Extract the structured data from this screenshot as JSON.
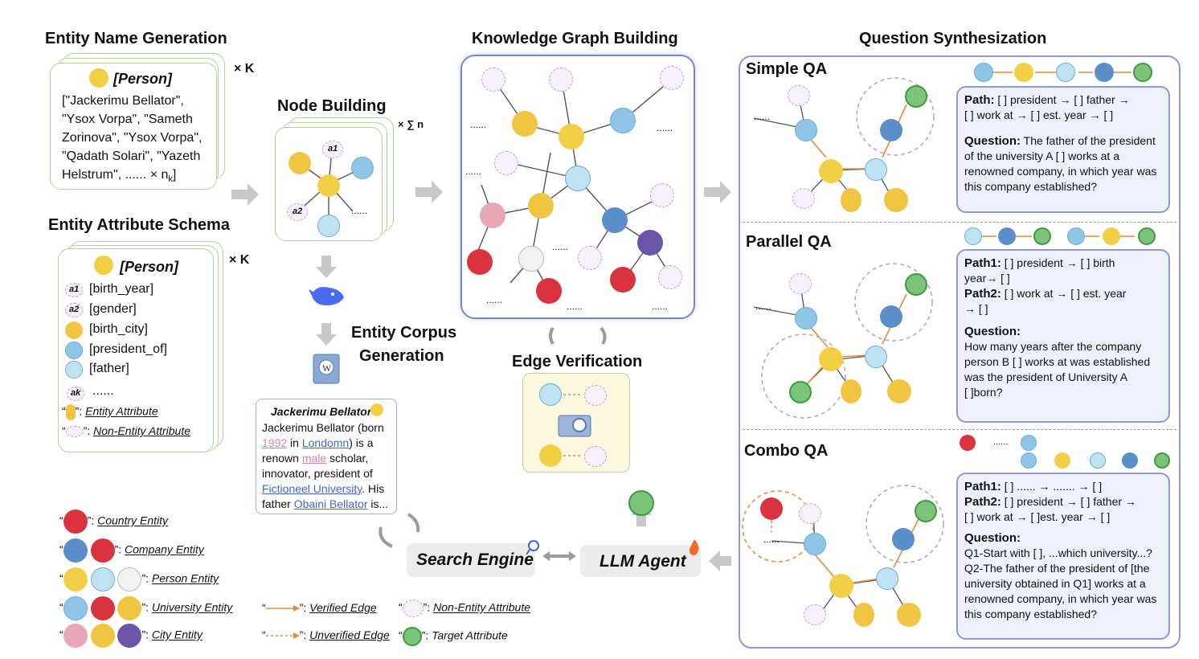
{
  "sections": {
    "entity_name_generation": "Entity Name Generation",
    "entity_attribute_schema": "Entity Attribute Schema",
    "node_building": "Node Building",
    "entity_corpus_generation_1": "Entity Corpus",
    "entity_corpus_generation_2": "Generation",
    "knowledge_graph_building": "Knowledge Graph Building",
    "edge_verification": "Edge Verification",
    "question_synthesization": "Question Synthesization"
  },
  "name_gen": {
    "times_k": "× K",
    "person_tag": "[Person]",
    "lines": [
      "[\"Jackerimu Bellator\",",
      "\"Ysox Vorpa\", \"Sameth",
      "Zorinova\", \"Ysox Vorpa\",",
      "\"Qadath Solari\", \"Yazeth",
      "Helstrum\", ...... × n"
    ],
    "subscript": "k",
    "close": "]"
  },
  "schema": {
    "times_k": "× K",
    "person_tag": "[Person]",
    "attrs": [
      "[birth_year]",
      "[gender]",
      "[birth_city]",
      "[president_of]",
      "[father]",
      "......"
    ],
    "a1": "a1",
    "a2": "a2",
    "ak": "ak",
    "legend_entity": "Entity Attribute",
    "legend_nonentity": "Non-Entity Attribute"
  },
  "node_building": {
    "sum_label": "× ∑ n",
    "a1": "a1",
    "a2": "a2",
    "dots": "......"
  },
  "corpus": {
    "name": "Jackerimu Bellator",
    "lines": [
      "Jackerimu Bellator (born",
      "1992",
      " in ",
      "Londomn",
      ") is a",
      "renown ",
      "male",
      " scholar,",
      "innovator, president of",
      "Fictioneel University",
      ". His",
      "father ",
      "Obaini Bellator",
      " is..."
    ]
  },
  "bottom": {
    "search_engine": "Search Engine",
    "llm_agent": "LLM Agent"
  },
  "legend": {
    "country": "Country Entity",
    "company": "Company Entity",
    "person": "Person Entity",
    "university": "University Entity",
    "city": "City Entity",
    "verified": "Verified Edge",
    "unverified": "Unverified Edge",
    "non_entity": "Non-Entity Attribute",
    "target": "Target  Attribute"
  },
  "kg": {
    "dots": "......"
  },
  "simple": {
    "title": "Simple QA",
    "path_label": "Path:",
    "path_line1": "[ ] president → [ ] father →",
    "path_line2": "[ ] work at → [ ] est. year → [ ]",
    "q_label": "Question:",
    "q_lines": [
      "The father of the president",
      "of the university A [ ] works at a",
      "renowned company, in which year was",
      "this company established?"
    ]
  },
  "parallel": {
    "title": "Parallel QA",
    "p1_label": "Path1:",
    "p1_line1": "[ ] president  → [ ] birth",
    "p1_line2": "year→ [ ]",
    "p2_label": "Path2:",
    "p2_line1": "[ ] work at → [ ] est. year",
    "p2_line2": "→ [ ]",
    "q_label": "Question:",
    "q_lines": [
      "How many years after the company",
      "person B [ ] works at was established",
      "was the president of University A",
      "[ ]born?"
    ]
  },
  "combo": {
    "title": "Combo QA",
    "p1_label": "Path1:",
    "p1_line": "[ ] ...... → ....... → [ ]",
    "p2_label": "Path2:",
    "p2_line1": "[ ] president → [ ] father  →",
    "p2_line2": "[ ] work at  → [ ]est. year → [ ]",
    "q_label": "Question:",
    "q_lines": [
      "Q1-Start with [ ], ...which university...?",
      "Q2-The father of the president of [the",
      "university obtained in Q1] works at a",
      "renowned company, in which year was",
      "this company established?"
    ],
    "dots": "......"
  },
  "colors": {
    "accent_green": "#b7cf9a",
    "qa_border": "#8f97d8",
    "verified_edge": "#e8893a",
    "kg_border": "#7a86c9"
  }
}
